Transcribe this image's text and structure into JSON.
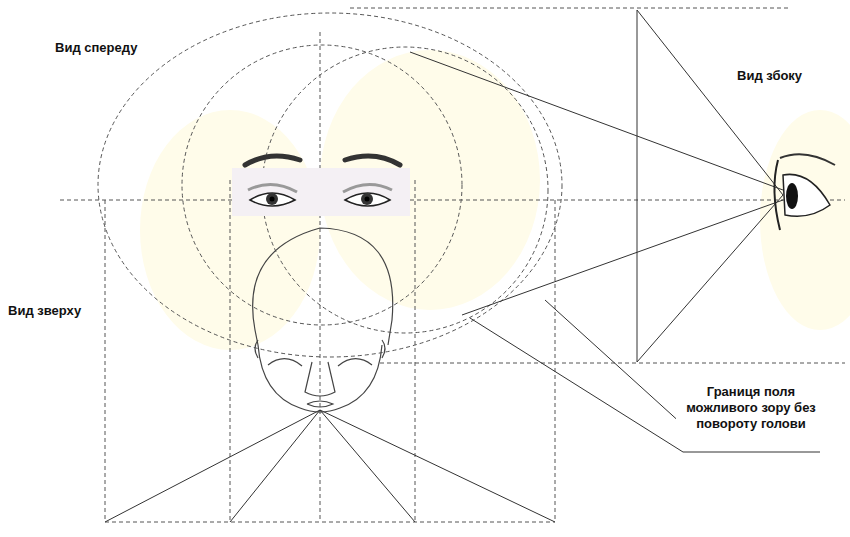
{
  "diagram": {
    "labels": [
      "Вид спереду",
      "Вид збоку",
      "Вид зверху",
      "Границя поля можливого зору без повороту голови"
    ]
  }
}
